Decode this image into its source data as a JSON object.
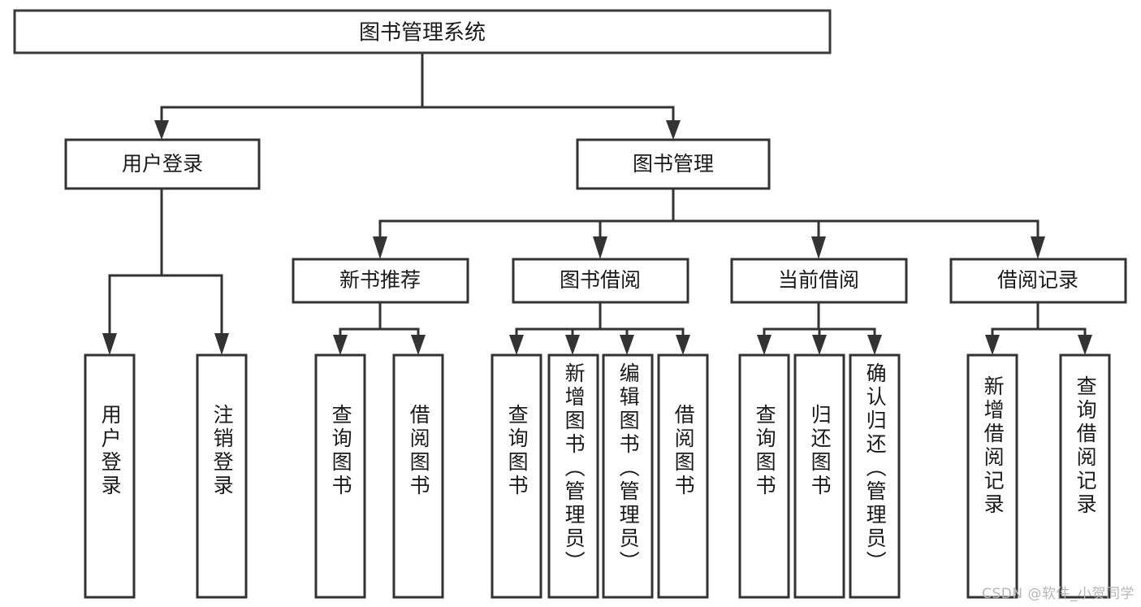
{
  "diagram": {
    "type": "tree",
    "title": "图书管理系统",
    "watermark": "CSDN @软件_小贺同学",
    "colors": {
      "background": "#ffffff",
      "box_stroke": "#333333",
      "box_fill": "#ffffff",
      "text": "#1a1a1a",
      "watermark": "#b6b6b6"
    },
    "root": {
      "label": "图书管理系统",
      "orientation": "horizontal"
    },
    "level2": [
      {
        "label": "用户登录",
        "orientation": "horizontal"
      },
      {
        "label": "图书管理",
        "orientation": "horizontal"
      }
    ],
    "level3": [
      {
        "label": "新书推荐",
        "orientation": "horizontal",
        "parent": "图书管理"
      },
      {
        "label": "图书借阅",
        "orientation": "horizontal",
        "parent": "图书管理"
      },
      {
        "label": "当前借阅",
        "orientation": "horizontal",
        "parent": "图书管理"
      },
      {
        "label": "借阅记录",
        "orientation": "horizontal",
        "parent": "图书管理"
      }
    ],
    "leaves": [
      {
        "label": "用户登录",
        "orientation": "vertical",
        "parent": "用户登录"
      },
      {
        "label": "注销登录",
        "orientation": "vertical",
        "parent": "用户登录"
      },
      {
        "label": "查询图书",
        "orientation": "vertical",
        "parent": "新书推荐"
      },
      {
        "label": "借阅图书",
        "orientation": "vertical",
        "parent": "新书推荐"
      },
      {
        "label": "查询图书",
        "orientation": "vertical",
        "parent": "图书借阅"
      },
      {
        "label": "新增图书（管理员）",
        "orientation": "vertical",
        "parent": "图书借阅"
      },
      {
        "label": "编辑图书（管理员）",
        "orientation": "vertical",
        "parent": "图书借阅"
      },
      {
        "label": "借阅图书",
        "orientation": "vertical",
        "parent": "图书借阅"
      },
      {
        "label": "查询图书",
        "orientation": "vertical",
        "parent": "当前借阅"
      },
      {
        "label": "归还图书",
        "orientation": "vertical",
        "parent": "当前借阅"
      },
      {
        "label": "确认归还（管理员）",
        "orientation": "vertical",
        "parent": "当前借阅"
      },
      {
        "label": "新增借阅记录",
        "orientation": "vertical",
        "parent": "借阅记录"
      },
      {
        "label": "查询借阅记录",
        "orientation": "vertical",
        "parent": "借阅记录"
      }
    ]
  }
}
